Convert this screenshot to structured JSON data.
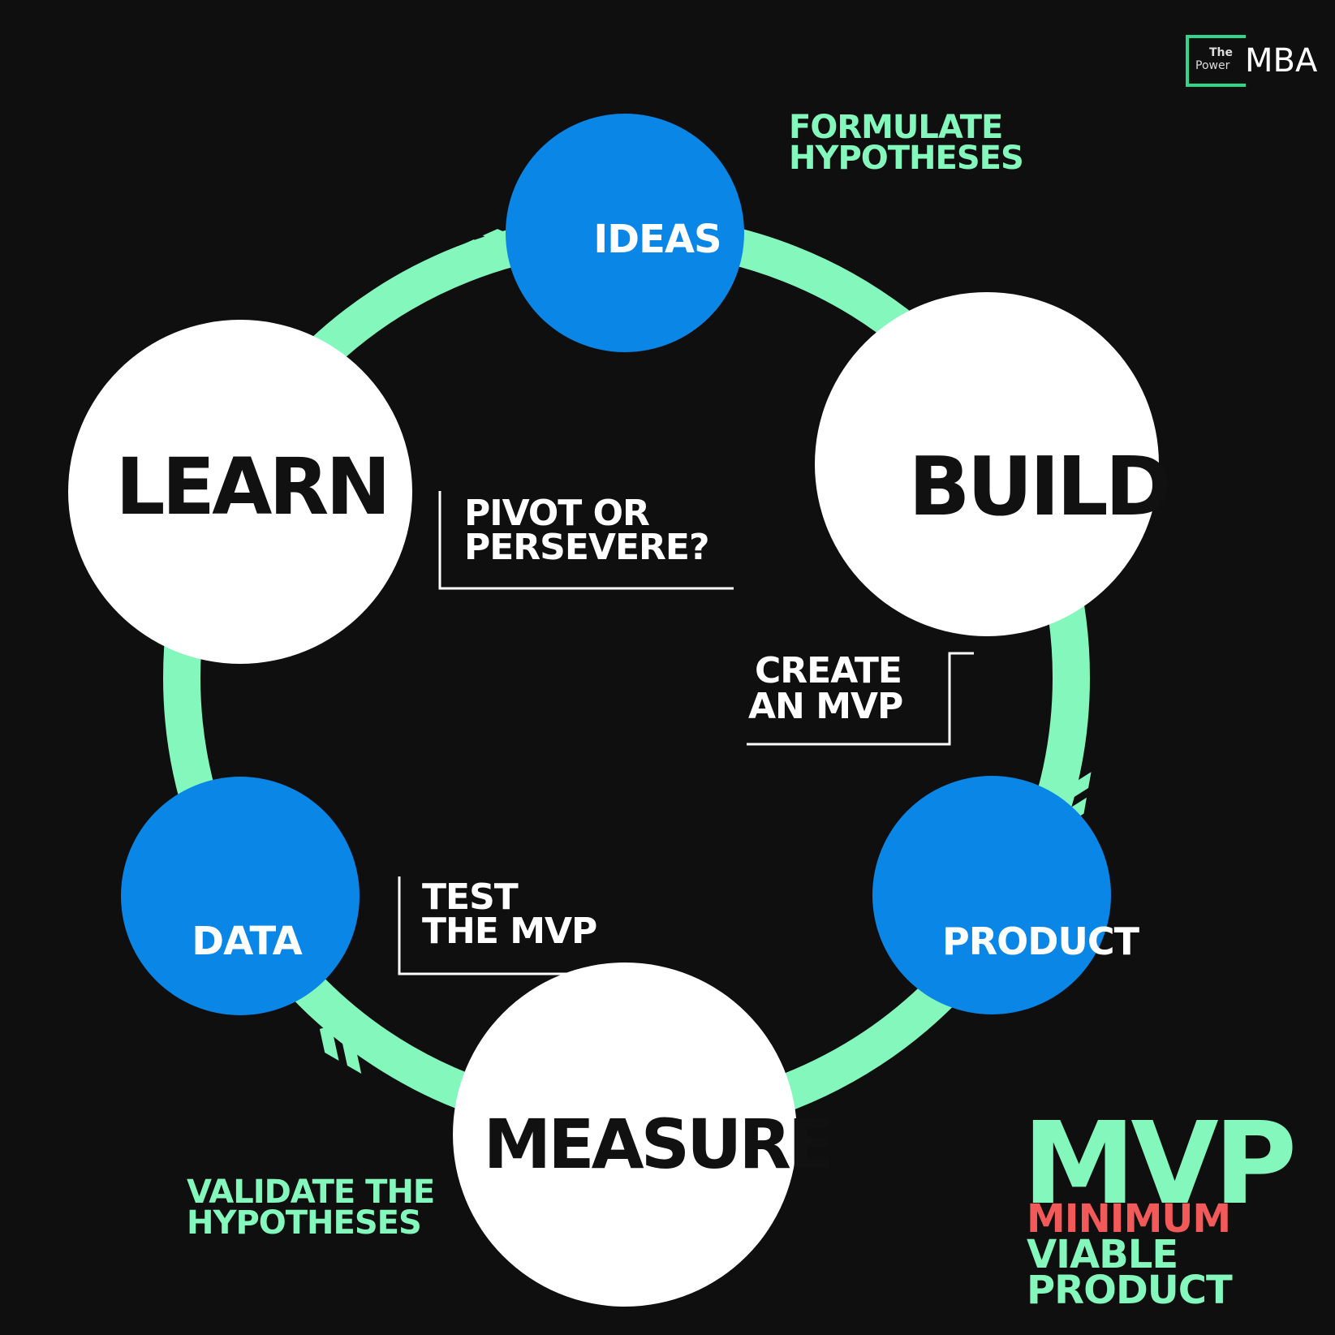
{
  "logo": {
    "line1": "The",
    "line2": "Power",
    "brand": "MBA"
  },
  "nodes": {
    "ideas": "IDEAS",
    "build": "BUILD",
    "product": "PRODUCT",
    "measure": "MEASURE",
    "data": "DATA",
    "learn": "LEARN"
  },
  "annotations": {
    "formulate": [
      "FORMULATE",
      "HYPOTHESES"
    ],
    "pivot": [
      "PIVOT OR",
      "PERSEVERE?"
    ],
    "create": [
      "CREATE",
      "AN MVP"
    ],
    "test": [
      "TEST",
      "THE MVP"
    ],
    "validate": [
      "VALIDATE THE",
      "HYPOTHESES"
    ]
  },
  "mvp": {
    "title": "MVP",
    "line1": "MINIMUM",
    "line2": "VIABLE",
    "line3": "PRODUCT"
  },
  "colors": {
    "background": "#0f0f0f",
    "ring": "#84f7bd",
    "blue": "#0a86e6",
    "white": "#ffffff",
    "red": "#f25a5a"
  }
}
